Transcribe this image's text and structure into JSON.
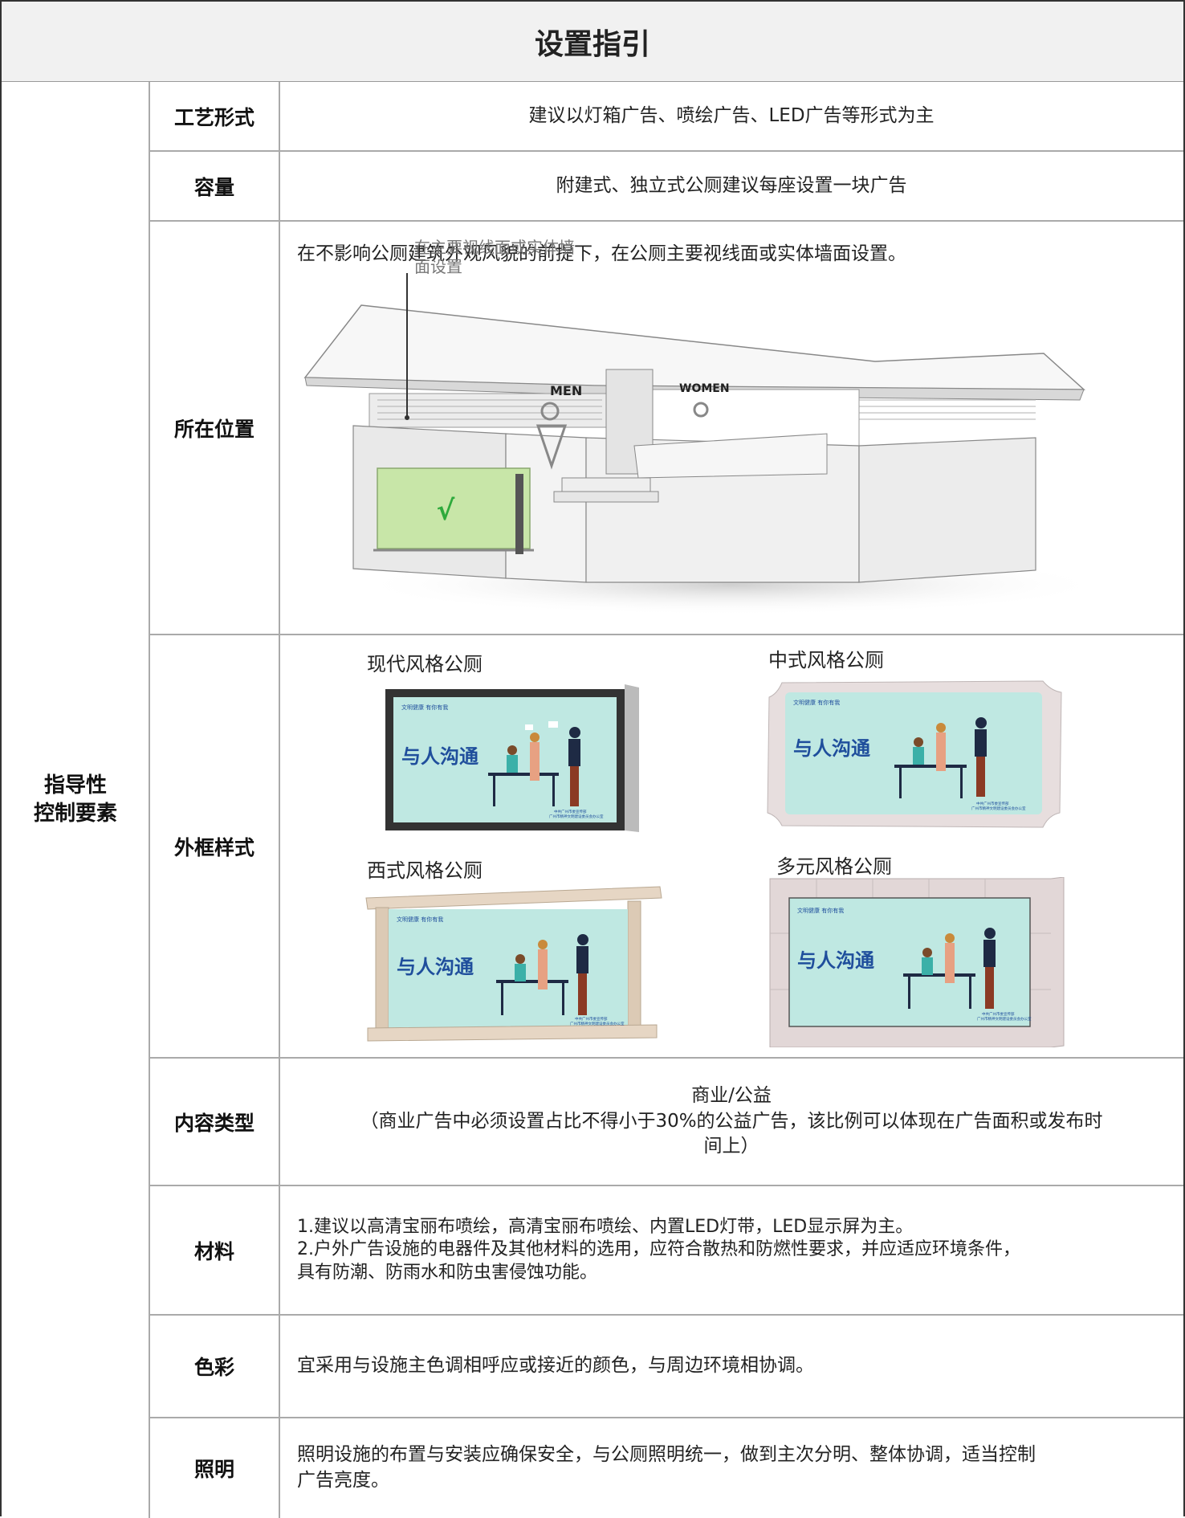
{
  "title": "设置指引",
  "group_label_line1": "指导性",
  "group_label_line2": "控制要素",
  "rows": {
    "craft": {
      "label": "工艺形式",
      "content": "建议以灯箱广告、喷绘广告、LED广告等形式为主"
    },
    "capacity": {
      "label": "容量",
      "content": "附建式、独立式公厕建议每座设置一块广告"
    },
    "location": {
      "label": "所在位置",
      "content": "在不影响公厕建筑外观风貌的前提下，在公厕主要视线面或实体墙面设置。",
      "callout_line1": "在主要视线面或实体墙",
      "callout_line2": "面设置",
      "checkmark": "√",
      "sign_men": "MEN",
      "sign_women": "WOMEN"
    },
    "frame": {
      "label": "外框样式",
      "styles": [
        {
          "caption": "现代风格公厕",
          "top_text": "文明健康  有你有我",
          "headline": "与人沟通",
          "footer_line1": "中共广州市委宣传部",
          "footer_line2": "广州市精神文明建设委员会办公室"
        },
        {
          "caption": "中式风格公厕",
          "top_text": "文明健康  有你有我",
          "headline": "与人沟通",
          "footer_line1": "中共广州市委宣传部",
          "footer_line2": "广州市精神文明建设委员会办公室"
        },
        {
          "caption": "西式风格公厕",
          "top_text": "文明健康  有你有我",
          "headline": "与人沟通",
          "footer_line1": "中共广州市委宣传部",
          "footer_line2": "广州市精神文明建设委员会办公室"
        },
        {
          "caption": "多元风格公厕",
          "top_text": "文明健康  有你有我",
          "headline": "与人沟通",
          "footer_line1": "中共广州市委宣传部",
          "footer_line2": "广州市精神文明建设委员会办公室"
        }
      ]
    },
    "content_type": {
      "label": "内容类型",
      "line1": "商业/公益",
      "line2": "（商业广告中必须设置占比不得小于30%的公益广告，该比例可以体现在广告面积或发布时",
      "line3": "间上）"
    },
    "material": {
      "label": "材料",
      "line1": "1.建议以高清宝丽布喷绘，高清宝丽布喷绘、内置LED灯带，LED显示屏为主。",
      "line2": "2.户外广告设施的电器件及其他材料的选用，应符合散热和防燃性要求，并应适应环境条件，",
      "line3": "具有防潮、防雨水和防虫害侵蚀功能。"
    },
    "color": {
      "label": "色彩",
      "content": "宜采用与设施主色调相呼应或接近的颜色，与周边环境相协调。"
    },
    "lighting": {
      "label": "照明",
      "line1": "照明设施的布置与安装应确保安全，与公厕照明统一，做到主次分明、整体协调，适当控制",
      "line2": "广告亮度。"
    }
  },
  "colors": {
    "title_bg": "#f1f1f1",
    "grid_line": "#aaaaaa",
    "billboard_bg": "#bfe8e2",
    "headline": "#1f4e9c",
    "highlight_green": "#c8e6a8",
    "check_green": "#2eaa3c"
  }
}
